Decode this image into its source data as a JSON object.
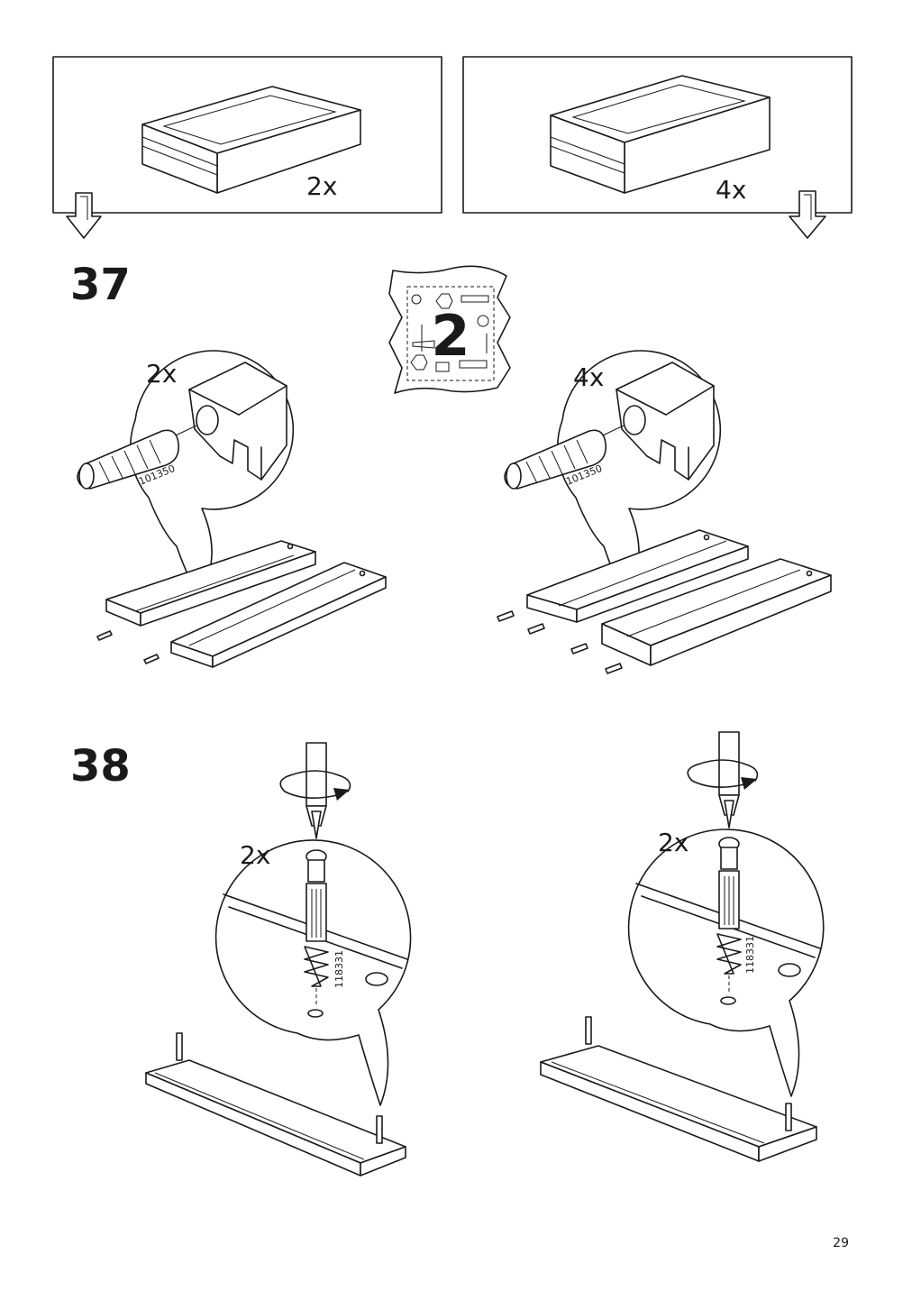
{
  "page": {
    "number": "29"
  },
  "top_panels": {
    "left": {
      "quantity": "2x"
    },
    "right": {
      "quantity": "4x"
    }
  },
  "hardware_bag": {
    "number": "2"
  },
  "step37": {
    "number": "37",
    "left": {
      "quantity": "2x",
      "part_number": "101350"
    },
    "right": {
      "quantity": "4x",
      "part_number": "101350"
    }
  },
  "step38": {
    "number": "38",
    "left": {
      "quantity": "2x",
      "part_number": "118331"
    },
    "right": {
      "quantity": "2x",
      "part_number": "118331"
    }
  }
}
